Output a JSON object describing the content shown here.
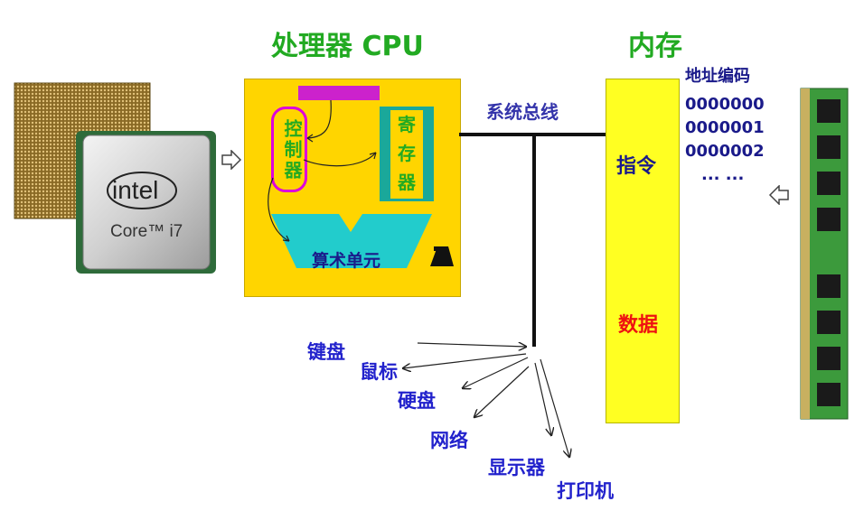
{
  "titles": {
    "cpu": "处理器 CPU",
    "memory": "内存"
  },
  "cpu": {
    "control_unit": "控制器",
    "registers": "寄存器",
    "alu": "算术单元"
  },
  "bus": {
    "label": "系统总线"
  },
  "memory": {
    "address_title": "地址编码",
    "addresses": [
      "0000000",
      "0000001",
      "0000002",
      "...  ..."
    ],
    "instructions": "指令",
    "data": "数据"
  },
  "chip": {
    "brand": "intel",
    "model": "Core™ i7"
  },
  "peripherals": [
    "键盘",
    "鼠标",
    "硬盘",
    "网络",
    "显示器",
    "打印机"
  ],
  "colors": {
    "title_green": "#22aa22",
    "cpu_fill": "#ffd500",
    "memory_fill": "#ffff22",
    "register_border": "#1aa89a",
    "control_border": "#dd00dd",
    "alu_fill": "#22cccc",
    "data_red": "#ee1111",
    "text_blue": "#1a1a8a"
  }
}
